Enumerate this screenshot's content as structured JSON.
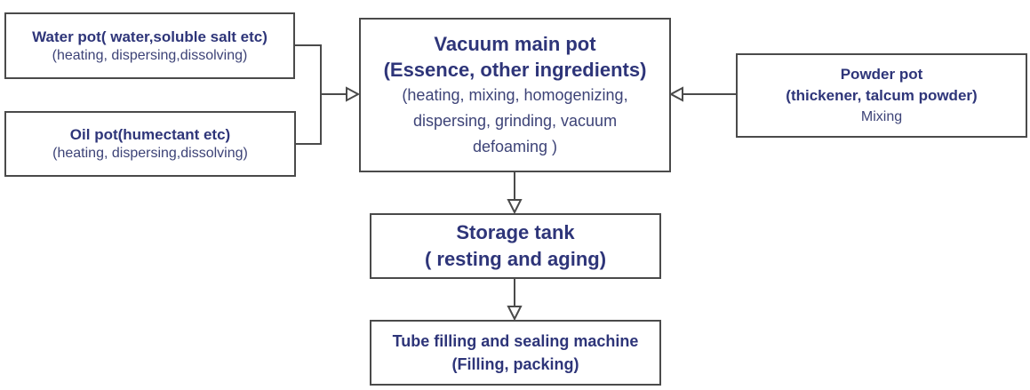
{
  "diagram": {
    "water_pot": {
      "title": "Water pot( water,soluble salt  etc)",
      "subtitle": "(heating, dispersing,dissolving)"
    },
    "oil_pot": {
      "title": "Oil pot(humectant etc)",
      "subtitle": "(heating, dispersing,dissolving)"
    },
    "vacuum_main_pot": {
      "title_lines": [
        "Vacuum main pot",
        "(Essence, other ingredients)"
      ],
      "subtitle_lines": [
        "(heating, mixing, homogenizing,",
        "dispersing, grinding, vacuum",
        "defoaming )"
      ]
    },
    "powder_pot": {
      "title_lines": [
        "Powder pot",
        "(thickener, talcum powder)"
      ],
      "subtitle": "Mixing"
    },
    "storage_tank": {
      "title_lines": [
        "Storage tank",
        "( resting and aging)"
      ]
    },
    "tube_filling": {
      "title_lines": [
        "Tube filling and sealing machine",
        "(Filling, packing)"
      ]
    },
    "colors": {
      "text_title": "#2e3579",
      "border": "#4a4a4a"
    }
  }
}
